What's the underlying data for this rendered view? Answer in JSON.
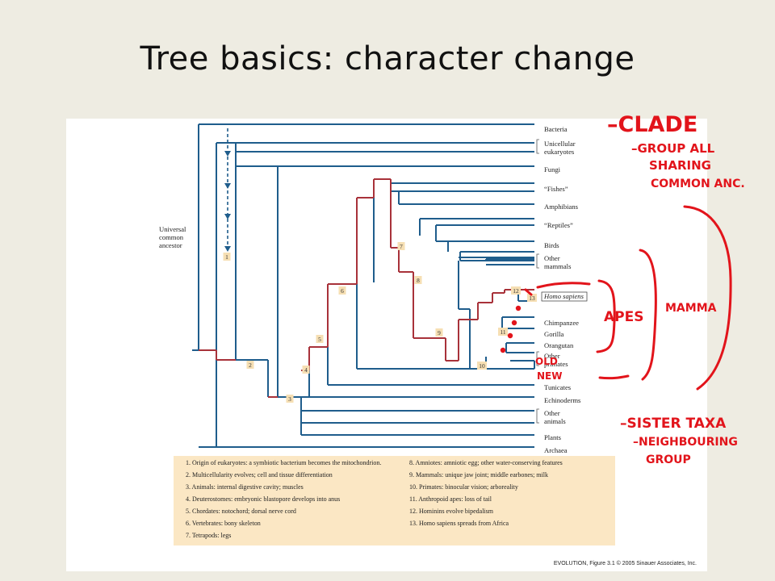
{
  "slide": {
    "title": "Tree basics: character change"
  },
  "tree": {
    "root_label": [
      "Universal",
      "common",
      "ancestor"
    ],
    "taxa": [
      {
        "lines": [
          "Bacteria"
        ]
      },
      {
        "lines": [
          "Unicellular",
          "eukaryotes"
        ]
      },
      {
        "lines": [
          "Fungi"
        ]
      },
      {
        "lines": [
          "“Fishes”"
        ]
      },
      {
        "lines": [
          "Amphibians"
        ]
      },
      {
        "lines": [
          "“Reptiles”"
        ]
      },
      {
        "lines": [
          "Birds"
        ]
      },
      {
        "lines": [
          "Other",
          "mammals"
        ]
      },
      {
        "lines": [
          "Homo sapiens"
        ],
        "italic": true
      },
      {
        "lines": [
          "Chimpanzee"
        ]
      },
      {
        "lines": [
          "Gorilla"
        ]
      },
      {
        "lines": [
          "Orangutan"
        ]
      },
      {
        "lines": [
          "Other",
          "primates"
        ]
      },
      {
        "lines": [
          "Tunicates"
        ]
      },
      {
        "lines": [
          "Echinoderms"
        ]
      },
      {
        "lines": [
          "Other",
          "animals"
        ]
      },
      {
        "lines": [
          "Plants"
        ]
      },
      {
        "lines": [
          "Archaea"
        ]
      }
    ],
    "node_numbers": [
      "1",
      "2",
      "3",
      "4",
      "5",
      "6",
      "7",
      "8",
      "9",
      "10",
      "11",
      "12",
      "13"
    ],
    "colors": {
      "lineage_blue": "#1f5d8c",
      "lineage_red": "#a8323a",
      "node_box": "#f6dfb3",
      "legend_bg": "#fbe7c4"
    }
  },
  "legend": {
    "left": [
      "1.  Origin of eukaryotes: a symbiotic bacterium becomes the mitochondrion.",
      "2.  Multicellularity evolves; cell and tissue differentiation",
      "3.  Animals: internal digestive cavity; muscles",
      "4.  Deuterostomes: embryonic blastopore develops into anus",
      "5.  Chordates: notochord; dorsal nerve cord",
      "6.  Vertebrates: bony skeleton",
      "7.  Tetrapods: legs"
    ],
    "right": [
      "8.  Amniotes: amniotic egg; other water-conserving features",
      "9.  Mammals: unique jaw joint; middle earbones; milk",
      "10.  Primates: binocular vision; arboreality",
      "11.  Anthropoid apes: loss of tail",
      "12.  Hominins evolve bipedalism",
      "13.  Homo sapiens spreads from Africa"
    ]
  },
  "credit": "EVOLUTION, Figure 3.1  © 2005 Sinauer Associates, Inc.",
  "annotations": {
    "clade": "–CLADE",
    "clade_def": [
      "–GROUP ALL",
      "SHARING",
      "COMMON ANC."
    ],
    "apes": "APES",
    "mamma": "MAMMA",
    "old": "OLD",
    "new": "NEW",
    "sister": "–SISTER TAXA",
    "sister_def": [
      "–NEIGHBOURING",
      "GROUP"
    ],
    "ink_color": "#e2141b"
  }
}
